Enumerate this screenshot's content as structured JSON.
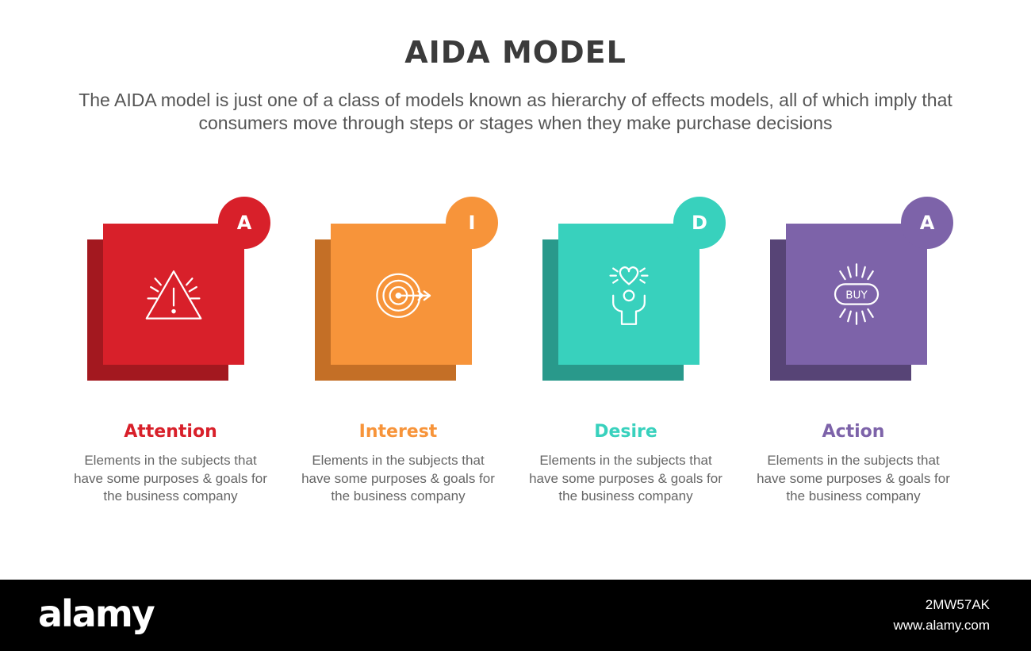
{
  "header": {
    "title": "AIDA MODEL",
    "subtitle": "The AIDA model is just one of a class of models known as hierarchy of effects models, all of which imply that consumers move through steps or stages when they make purchase decisions"
  },
  "steps": [
    {
      "letter": "A",
      "title": "Attention",
      "description": "Elements in the subjects that have  some purposes & goals for the  business company",
      "icon": "warning-triangle-icon",
      "color": "#d8202a",
      "shadow_color": "#a3181f"
    },
    {
      "letter": "I",
      "title": "Interest",
      "description": "Elements in the subjects that have  some purposes & goals for the  business company",
      "icon": "target-arrow-icon",
      "color": "#f7943a",
      "shadow_color": "#c46f26"
    },
    {
      "letter": "D",
      "title": "Desire",
      "description": "Elements in the subjects that have  some purposes & goals for the  business company",
      "icon": "person-heart-icon",
      "color": "#38d1bd",
      "shadow_color": "#29998b"
    },
    {
      "letter": "A",
      "title": "Action",
      "description": "Elements in the subjects that have  some purposes & goals for the  business company",
      "icon": "buy-button-icon",
      "icon_label": "BUY",
      "color": "#7d63a9",
      "shadow_color": "#574476"
    }
  ],
  "footer": {
    "logo": "alamy",
    "image_id": "2MW57AK",
    "url": "www.alamy.com"
  }
}
